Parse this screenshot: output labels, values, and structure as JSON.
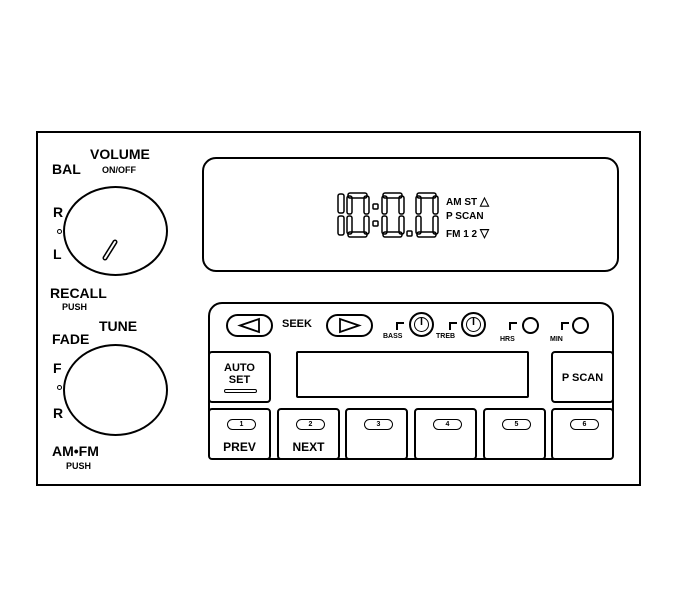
{
  "left_controls": {
    "volume": "VOLUME",
    "on_off": "ON/OFF",
    "bal": "BAL",
    "r_upper": "R",
    "l": "L",
    "recall": "RECALL",
    "push_upper": "PUSH",
    "tune": "TUNE",
    "fade": "FADE",
    "f": "F",
    "r_lower": "R",
    "am_fm": "AM•FM",
    "push_lower": "PUSH"
  },
  "display": {
    "digits": "10:00",
    "am_st": "AM ST",
    "up_arrow": "△",
    "p_scan": "P SCAN",
    "fm": "FM 1 2",
    "down_arrow": "▽"
  },
  "controls": {
    "seek": "SEEK",
    "bass": "BASS",
    "treb": "TREB",
    "hrs": "HRS",
    "min": "MIN",
    "auto": "AUTO",
    "set": "SET",
    "p_scan": "P SCAN"
  },
  "presets": [
    {
      "num": "1",
      "label": "PREV"
    },
    {
      "num": "2",
      "label": "NEXT"
    },
    {
      "num": "3",
      "label": ""
    },
    {
      "num": "4",
      "label": ""
    },
    {
      "num": "5",
      "label": ""
    },
    {
      "num": "6",
      "label": ""
    }
  ]
}
